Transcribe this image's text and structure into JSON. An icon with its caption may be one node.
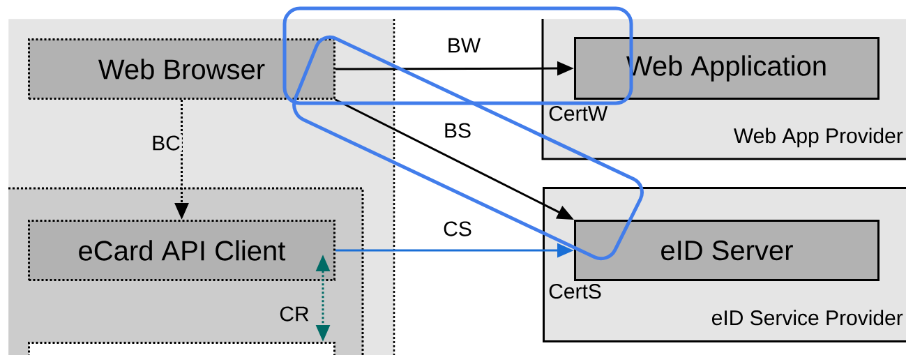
{
  "diagram": {
    "nodes": [
      {
        "text": [],
        "shape": "box"
      },
      {
        "text": [
          "Web Browser"
        ],
        "in": 0
      },
      {
        "text": [],
        "shape": "box",
        "in": 0
      },
      {
        "text": [
          "eCard API Client"
        ],
        "in": 2
      },
      {
        "text": [],
        "shape": "box",
        "in": 2
      },
      {
        "text": [
          "Web App Provider"
        ]
      },
      {
        "text": [
          "Web Application"
        ],
        "in": 5,
        "beside": [
          "CertW"
        ]
      },
      {
        "text": [
          "eID Service Provider"
        ]
      },
      {
        "text": [
          "eID Server"
        ],
        "in": 7,
        "beside": [
          "CertS"
        ]
      }
    ],
    "edges": [
      {
        "from": 1,
        "to": 3,
        "arrow": "to",
        "label": "BC",
        "style": "dashed"
      },
      {
        "from": 1,
        "to": 6,
        "arrow": "to",
        "label": "BW"
      },
      {
        "from": 1,
        "to": 8,
        "arrow": "to",
        "label": "BS"
      },
      {
        "from": 3,
        "to": 8,
        "arrow": "to",
        "label": "CS",
        "color": "#1a6fd6"
      },
      {
        "from": 3,
        "to": 4,
        "arrow": "both",
        "label": "CR",
        "style": "dashed",
        "color": "#006b66"
      }
    ]
  }
}
